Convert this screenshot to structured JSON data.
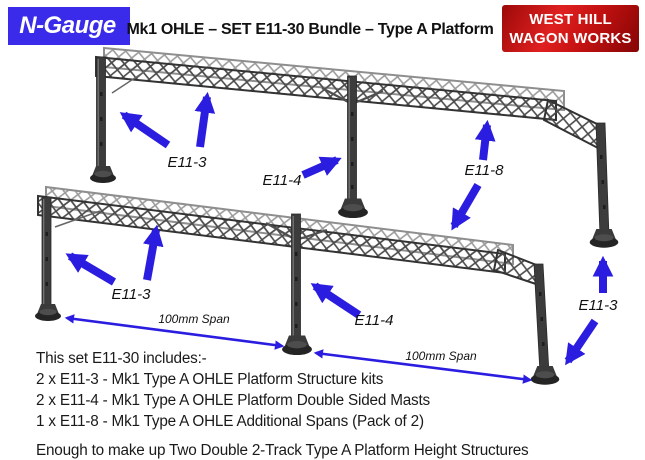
{
  "header": {
    "logo": "N-Gauge",
    "title": "Mk1 OHLE – SET E11-30 Bundle – Type A Platform",
    "badge_line1": "WEST HILL",
    "badge_line2": "WAGON WORKS"
  },
  "colors": {
    "logo_blue": "#3a2bea",
    "arrow_blue": "#2b1de0",
    "badge_red": "#c41111",
    "steel": "#3c3c3c"
  },
  "diagram": {
    "labels": {
      "upper_left_kit": "E11-3",
      "upper_mast": "E11-4",
      "spans_kit": "E11-8",
      "lower_left_kit": "E11-3",
      "lower_mast": "E11-4",
      "right_kit": "E11-3",
      "span_left": "100mm Span",
      "span_right": "100mm Span"
    }
  },
  "description": {
    "lines": [
      "This set E11-30 includes:-",
      "2 x E11-3 - Mk1 Type A OHLE Platform Structure kits",
      "2 x E11-4 - Mk1 Type A OHLE Platform Double Sided Masts",
      "1 x E11-8 - Mk1 Type A OHLE Additional Spans (Pack of 2)"
    ],
    "footer": "Enough to make up Two Double 2-Track Type A Platform Height Structures"
  }
}
